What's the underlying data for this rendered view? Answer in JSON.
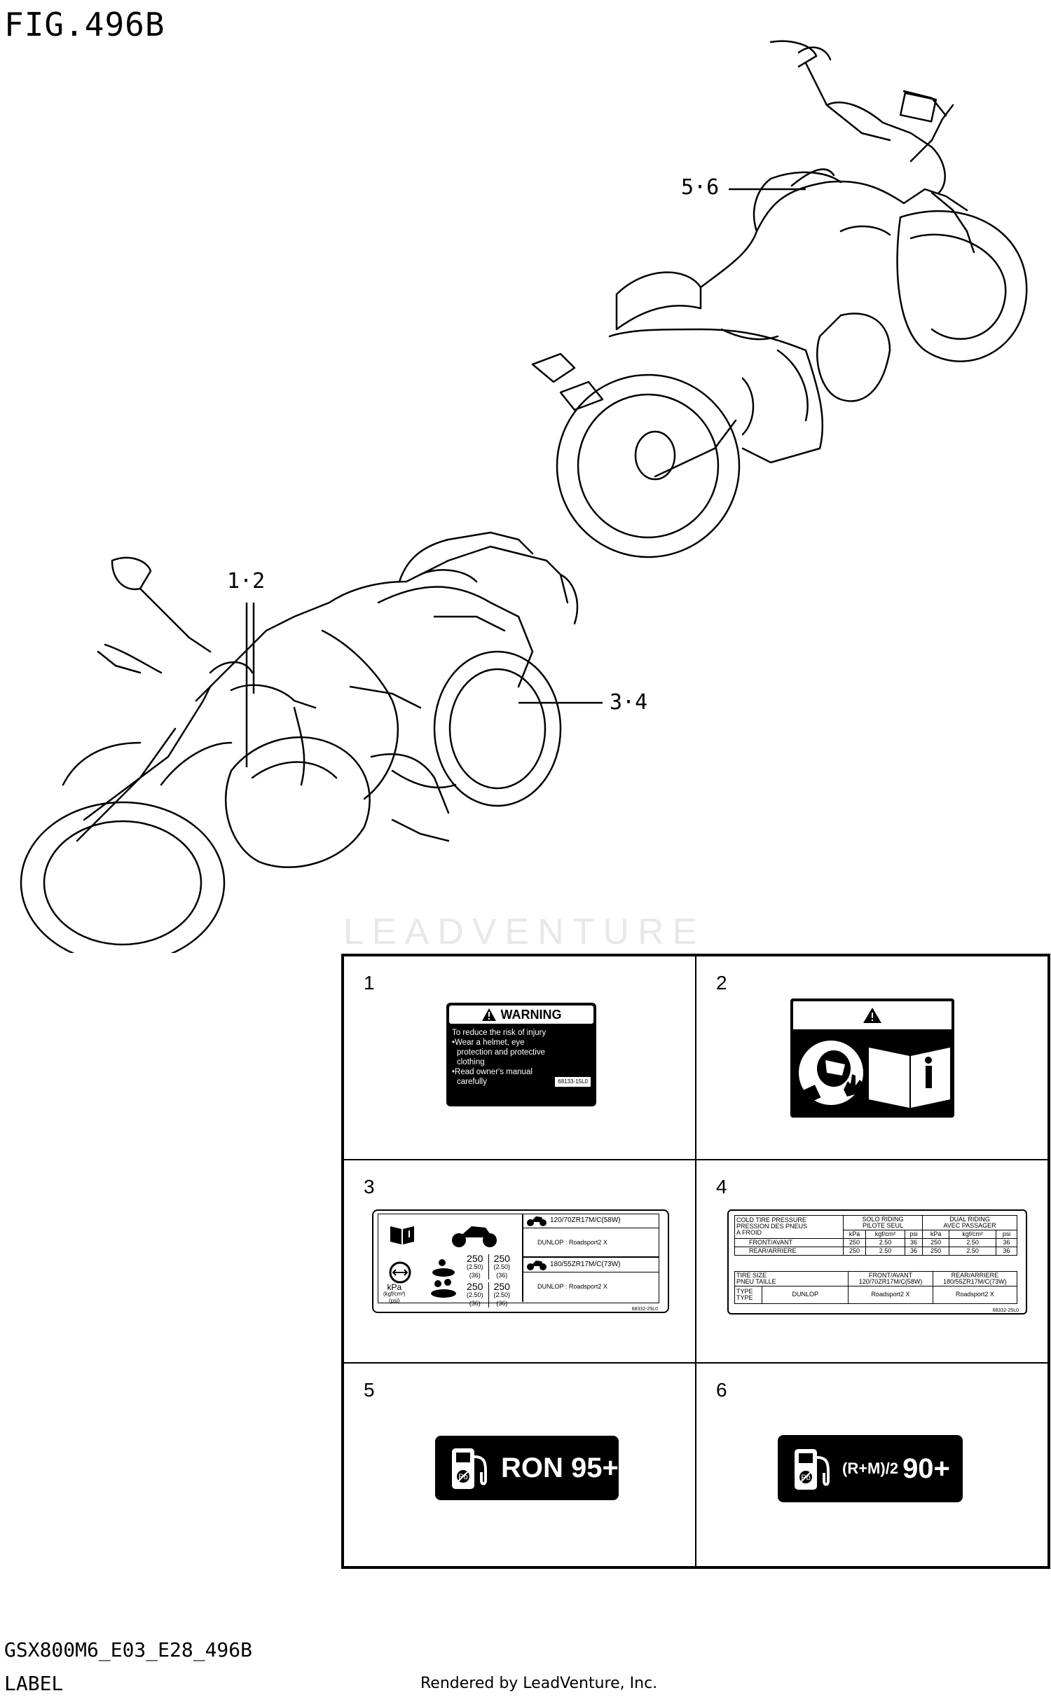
{
  "figure": {
    "title": "FIG.496B",
    "code": "GSX800M6_E03_E28_496B",
    "section": "LABEL",
    "rendered_by": "Rendered by LeadVenture, Inc.",
    "watermark": "LEADVENTURE"
  },
  "callouts": [
    {
      "id": "c56",
      "text": "5·6"
    },
    {
      "id": "c12",
      "text": "1·2"
    },
    {
      "id": "c34",
      "text": "3·4"
    }
  ],
  "labels": {
    "l1": {
      "number": "1",
      "heading": "WARNING",
      "lines": [
        "To reduce the risk of injury",
        "•Wear a helmet, eye",
        "protection and protective",
        "clothing",
        "•Read owner's manual",
        "carefully"
      ],
      "code": "68133-15L0"
    },
    "l2": {
      "number": "2"
    },
    "l3": {
      "number": "3",
      "tire_front": "120/70ZR17M/C(58W)",
      "tire_rear": "180/55ZR17M/C(73W)",
      "brand_front": "DUNLOP : Roadsport2 X",
      "brand_rear": "DUNLOP : Roadsport2 X",
      "solo_front": "250",
      "solo_front_kgf": "(2.50)",
      "solo_front_psi": "(36)",
      "solo_rear": "250",
      "solo_rear_kgf": "(2.50)",
      "solo_rear_psi": "(36)",
      "dual_front": "250",
      "dual_front_kgf": "(2.50)",
      "dual_front_psi": "(36)",
      "dual_rear": "250",
      "dual_rear_kgf": "(2.50)",
      "dual_rear_psi": "(36)",
      "units_kpa": "kPa",
      "units_kgf": "(kgf/cm²)",
      "units_psi": "(psi)",
      "code": "68332-25L0"
    },
    "l4": {
      "number": "4",
      "title_en": "COLD TIRE PRESSURE",
      "title_fr1": "PRESSION DES PNEUS",
      "title_fr2": "A FROID",
      "solo_en": "SOLO RIDING",
      "solo_fr": "PILOTE SEUL",
      "dual_en": "DUAL RIDING",
      "dual_fr": "AVEC PASSAGER",
      "u_kpa": "kPa",
      "u_kgf": "kgf/cm²",
      "u_psi": "psi",
      "row_front": "FRONT/AVANT",
      "row_rear": "REAR/ARRIERE",
      "v_kpa": "250",
      "v_kgf": "2.50",
      "v_psi": "36",
      "tire_size_en": "TIRE SIZE",
      "tire_size_fr": "PNEU TAILLE",
      "col_front": "FRONT/AVANT",
      "col_rear": "REAR/ARRIERE",
      "size_front": "120/70ZR17M/C(58W)",
      "size_rear": "180/55ZR17M/C(73W)",
      "type_en": "TYPE",
      "type_fr": "TYPE",
      "brand": "DUNLOP",
      "model_front": "Roadsport2 X",
      "model_rear": "Roadsport2 X",
      "code": "68332-25L0"
    },
    "l5": {
      "number": "5",
      "text": "RON 95+"
    },
    "l6": {
      "number": "6",
      "prefix": "(R+M)/2",
      "text": "90+"
    }
  }
}
